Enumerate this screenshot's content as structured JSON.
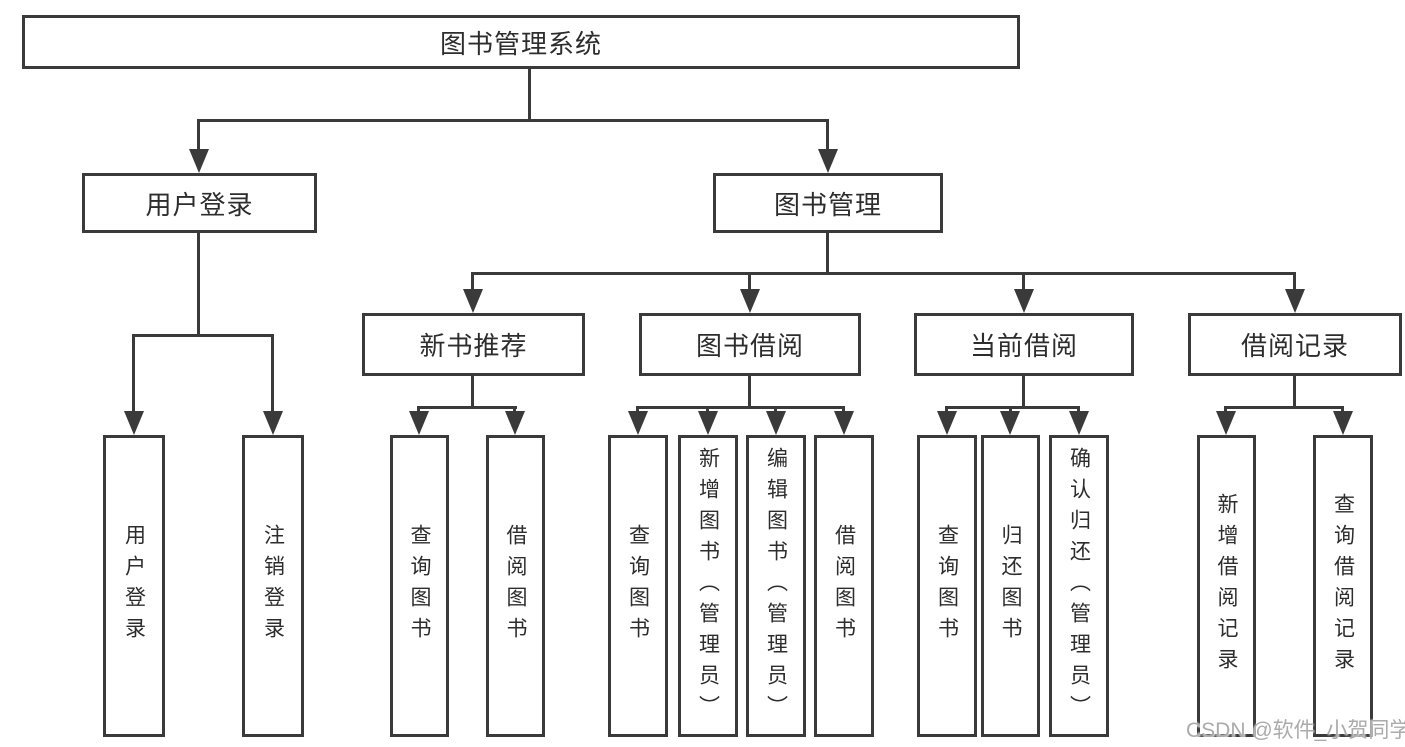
{
  "diagram": {
    "root": {
      "label": "图书管理系统"
    },
    "level2": [
      {
        "label": "用户登录"
      },
      {
        "label": "图书管理"
      }
    ],
    "level3": [
      {
        "label": "新书推荐"
      },
      {
        "label": "图书借阅"
      },
      {
        "label": "当前借阅"
      },
      {
        "label": "借阅记录"
      }
    ],
    "leaves": [
      {
        "label": "用户登录"
      },
      {
        "label": "注销登录"
      },
      {
        "label": "查询图书"
      },
      {
        "label": "借阅图书"
      },
      {
        "label": "查询图书"
      },
      {
        "label": "新增图书（管理员）"
      },
      {
        "label": "编辑图书（管理员）"
      },
      {
        "label": "借阅图书"
      },
      {
        "label": "查询图书"
      },
      {
        "label": "归还图书"
      },
      {
        "label": "确认归还（管理员）"
      },
      {
        "label": "新增借阅记录"
      },
      {
        "label": "查询借阅记录"
      }
    ]
  },
  "watermark": {
    "text": "CSDN @软件_小贺同学"
  },
  "colors": {
    "line": "#3a3a3a",
    "text": "#2d2d2d",
    "watermark": "#ababab",
    "background": "#ffffff"
  }
}
